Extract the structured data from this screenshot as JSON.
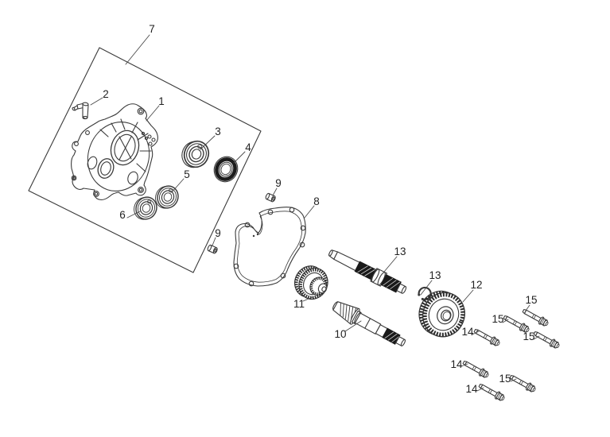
{
  "figure": {
    "type": "exploded-parts-diagram",
    "background": "#ffffff",
    "line_color": "#3a3a3a",
    "dark_fill": "#1a1a1a",
    "callouts": [
      {
        "label": "7"
      },
      {
        "label": "2"
      },
      {
        "label": "1"
      },
      {
        "label": "3"
      },
      {
        "label": "4"
      },
      {
        "label": "5"
      },
      {
        "label": "6"
      },
      {
        "label": "9"
      },
      {
        "label": "9"
      },
      {
        "label": "8"
      },
      {
        "label": "13"
      },
      {
        "label": "13"
      },
      {
        "label": "12"
      },
      {
        "label": "11"
      },
      {
        "label": "10"
      },
      {
        "label": "14"
      },
      {
        "label": "14"
      },
      {
        "label": "14"
      },
      {
        "label": "15"
      },
      {
        "label": "15"
      },
      {
        "label": "15"
      },
      {
        "label": "15"
      }
    ]
  }
}
